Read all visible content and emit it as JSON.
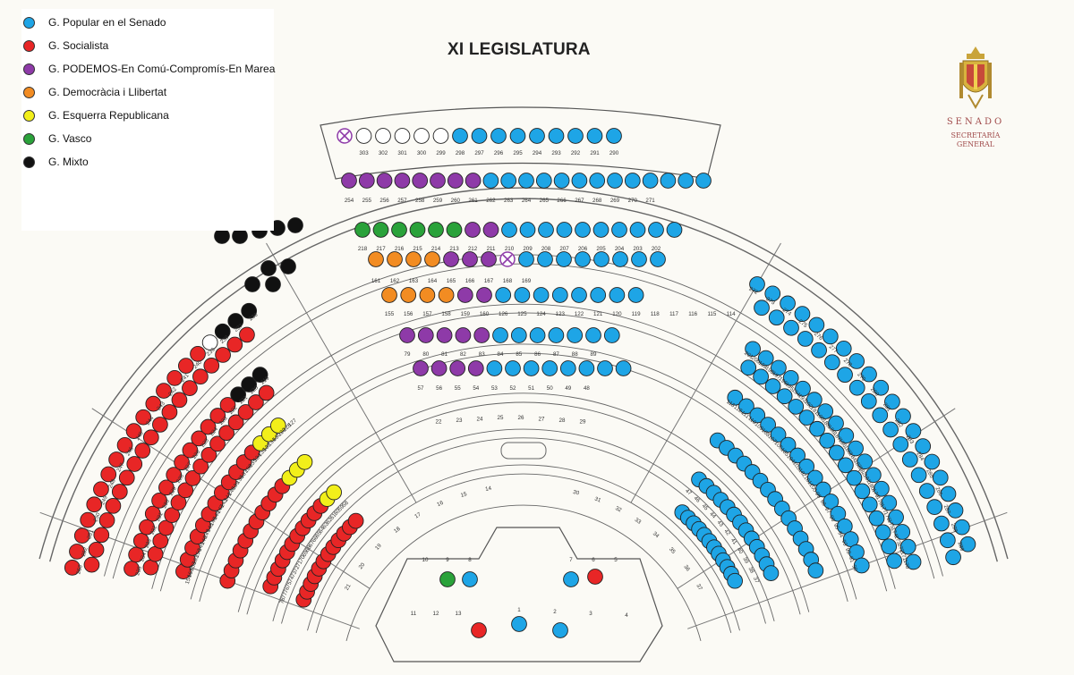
{
  "title": "XI LEGISLATURA",
  "legend": [
    {
      "label": "G. Popular en el Senado",
      "color": "#1ea5e6"
    },
    {
      "label": "G. Socialista",
      "color": "#e82626"
    },
    {
      "label": "G. PODEMOS-En Comú-Compromís-En Marea",
      "color": "#8e3aa8"
    },
    {
      "label": "G. Democràcia i Llibertat",
      "color": "#f28c22"
    },
    {
      "label": "G. Esquerra Republicana",
      "color": "#f2ef1a"
    },
    {
      "label": "G. Vasco",
      "color": "#2aa23a"
    },
    {
      "label": "G. Mixto",
      "color": "#111111"
    }
  ],
  "empty_seat_color": "#ffffff",
  "crest": {
    "name": "SENADO",
    "subtitle_line1": "SECRETARÍA",
    "subtitle_line2": "GENERAL",
    "icon": "senate-crest-icon"
  },
  "rows": [
    {
      "numbers": [
        "303",
        "302",
        "301",
        "300",
        "299",
        "298",
        "297",
        "296",
        "295",
        "294",
        "293",
        "292",
        "291",
        "290"
      ],
      "parties": [
        null,
        "E",
        "E",
        "E",
        "E",
        "E",
        "P",
        "P",
        "P",
        "P",
        "P",
        "P",
        "P",
        "P",
        "P"
      ],
      "extra_mark": "cancelled-seat-icon"
    },
    {
      "numbers": [
        "254",
        "255",
        "256",
        "257",
        "258",
        "259",
        "260",
        "261",
        "262",
        "263",
        "264",
        "265",
        "266",
        "267",
        "268",
        "269",
        "270",
        "271"
      ],
      "parties": [
        "U",
        "U",
        "U",
        "U",
        "U",
        "U",
        "U",
        "U",
        "P",
        "P",
        "P",
        "P",
        "P",
        "P",
        "P",
        "P",
        "P",
        "P",
        "P",
        "P",
        "P"
      ]
    },
    {
      "numbers": [
        "218",
        "217",
        "216",
        "215",
        "214",
        "213",
        "212",
        "211",
        "210",
        "209",
        "208",
        "207",
        "206",
        "205",
        "204",
        "203",
        "202"
      ],
      "parties": [
        "V",
        "V",
        "V",
        "V",
        "V",
        "V",
        "U",
        "U",
        "P",
        "P",
        "P",
        "P",
        "P",
        "P",
        "P",
        "P",
        "P",
        "P"
      ]
    },
    {
      "numbers": [
        "161",
        "162",
        "163",
        "164",
        "165",
        "166",
        "167",
        "168",
        "169"
      ],
      "parties": [
        "D",
        "D",
        "D",
        "D",
        "U",
        "U",
        "U",
        "X",
        "P",
        "P",
        "P",
        "P",
        "P",
        "P",
        "P",
        "P"
      ]
    },
    {
      "numbers": [
        "155",
        "156",
        "157",
        "158",
        "159",
        "160",
        "126",
        "125",
        "124",
        "123",
        "122",
        "121",
        "120",
        "119",
        "118",
        "117",
        "116",
        "115",
        "114"
      ],
      "parties": [
        "D",
        "D",
        "D",
        "D",
        "U",
        "U",
        "P",
        "P",
        "P",
        "P",
        "P",
        "P",
        "P",
        "P"
      ]
    },
    {
      "numbers": [
        "79",
        "80",
        "81",
        "82",
        "83",
        "84",
        "85",
        "86",
        "87",
        "88",
        "89"
      ],
      "parties": [
        "U",
        "U",
        "U",
        "U",
        "U",
        "P",
        "P",
        "P",
        "P",
        "P",
        "P",
        "P"
      ]
    },
    {
      "numbers": [
        "57",
        "56",
        "55",
        "54",
        "53",
        "52",
        "51",
        "50",
        "49",
        "48"
      ],
      "parties": [
        "U",
        "U",
        "U",
        "U",
        "P",
        "P",
        "P",
        "P",
        "P",
        "P",
        "P",
        "P"
      ]
    }
  ],
  "left_block": {
    "numbers": [
      "253",
      "252",
      "251",
      "250",
      "249",
      "248",
      "247",
      "246",
      "245",
      "244",
      "243",
      "242",
      "241",
      "240",
      "239",
      "238",
      "237",
      "236",
      "235",
      "234",
      "233",
      "232",
      "231",
      "230",
      "229",
      "228",
      "227",
      "226",
      "225",
      "224",
      "223",
      "222",
      "221",
      "220",
      "219",
      "154",
      "153",
      "152",
      "151",
      "150",
      "149",
      "148",
      "147",
      "146",
      "145",
      "144",
      "143",
      "142",
      "141",
      "140",
      "139",
      "138",
      "137",
      "136",
      "135",
      "134",
      "133",
      "132",
      "131",
      "130",
      "129",
      "128",
      "127",
      "78",
      "77",
      "76",
      "75",
      "74",
      "73",
      "72",
      "71",
      "70",
      "69",
      "68",
      "67",
      "66",
      "65",
      "64",
      "63",
      "62",
      "61",
      "60",
      "59",
      "58"
    ]
  },
  "right_block": {
    "numbers": [
      "272",
      "273",
      "274",
      "275",
      "276",
      "277",
      "278",
      "279",
      "280",
      "281",
      "282",
      "283",
      "284",
      "285",
      "286",
      "287",
      "288",
      "289",
      "201",
      "200",
      "199",
      "198",
      "197",
      "196",
      "195",
      "194",
      "193",
      "192",
      "191",
      "190",
      "189",
      "188",
      "187",
      "186",
      "185",
      "184",
      "183",
      "182",
      "181",
      "180",
      "179",
      "178",
      "177",
      "176",
      "175",
      "174",
      "173",
      "172",
      "171",
      "170",
      "113",
      "112",
      "111",
      "110",
      "109",
      "108",
      "107",
      "106",
      "105",
      "104",
      "103",
      "102",
      "101",
      "100",
      "99",
      "98",
      "97",
      "96",
      "95",
      "94",
      "93",
      "92",
      "91",
      "90",
      "47",
      "46",
      "45",
      "44",
      "43",
      "42",
      "41",
      "40",
      "39",
      "38",
      "37"
    ]
  },
  "inner_row_left": [
    "22",
    "23",
    "24",
    "25",
    "26",
    "27",
    "28",
    "29"
  ],
  "inner_row_lower_left": [
    "21",
    "20",
    "19",
    "18",
    "17",
    "16",
    "15",
    "14"
  ],
  "inner_row_lower_right": [
    "30",
    "31",
    "32",
    "33",
    "34",
    "35",
    "36",
    "37"
  ],
  "presidency": {
    "left_box": [
      "10",
      "9",
      "8"
    ],
    "right_box": [
      "7",
      "6",
      "5"
    ],
    "bottom_left": [
      "11",
      "12",
      "13"
    ],
    "bottom_right": [
      "1",
      "2",
      "3",
      "4"
    ]
  }
}
